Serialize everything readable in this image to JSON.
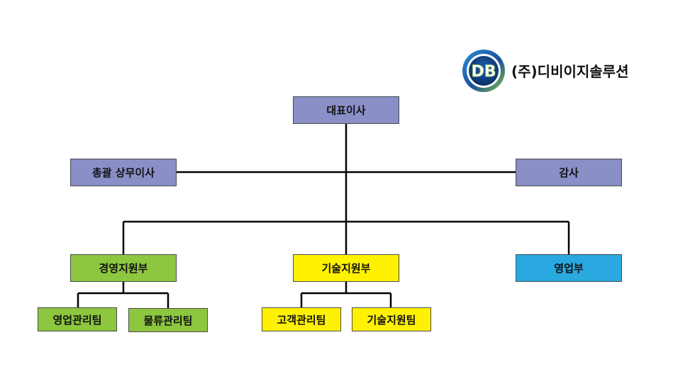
{
  "company": {
    "name": "(주)디비이지솔루션",
    "logo_mark": "DB"
  },
  "nodes": {
    "ceo": "대표이사",
    "managing_director": "총괄 상무이사",
    "audit": "감사",
    "management_support": "경영지원부",
    "tech_support": "기술지원부",
    "sales": "영업부",
    "sales_mgmt_team": "영업관리팀",
    "logistics_team": "물류관리팀",
    "customer_team": "고객관리팀",
    "tech_support_team": "기술지원팀"
  },
  "colors": {
    "executive": "#8a8fc8",
    "management": "#8dc63f",
    "technical": "#fff200",
    "sales": "#2aa8e0",
    "line": "#000000"
  }
}
